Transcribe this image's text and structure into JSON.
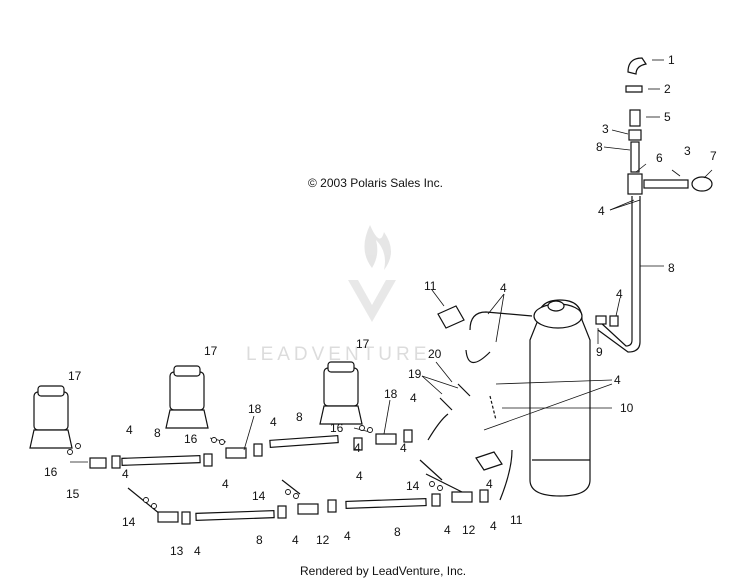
{
  "copyright": "© 2003 Polaris Sales Inc.",
  "rendered_by": "Rendered by LeadVenture, Inc.",
  "watermark": "LEADVENTURE",
  "callouts": [
    {
      "id": "c1",
      "text": "1"
    },
    {
      "id": "c2",
      "text": "2"
    },
    {
      "id": "c5",
      "text": "5"
    },
    {
      "id": "c3a",
      "text": "3"
    },
    {
      "id": "c8a",
      "text": "8"
    },
    {
      "id": "c6",
      "text": "6"
    },
    {
      "id": "c3b",
      "text": "3"
    },
    {
      "id": "c7",
      "text": "7"
    },
    {
      "id": "c4a",
      "text": "4"
    },
    {
      "id": "c8b",
      "text": "8"
    },
    {
      "id": "c4b",
      "text": "4"
    },
    {
      "id": "c11a",
      "text": "11"
    },
    {
      "id": "c4c",
      "text": "4"
    },
    {
      "id": "c9",
      "text": "9"
    },
    {
      "id": "c17a",
      "text": "17"
    },
    {
      "id": "c17b",
      "text": "17"
    },
    {
      "id": "c17c",
      "text": "17"
    },
    {
      "id": "c20",
      "text": "20"
    },
    {
      "id": "c19",
      "text": "19"
    },
    {
      "id": "c4d",
      "text": "4"
    },
    {
      "id": "c10",
      "text": "10"
    },
    {
      "id": "c18a",
      "text": "18"
    },
    {
      "id": "c18b",
      "text": "18"
    },
    {
      "id": "c4e",
      "text": "4"
    },
    {
      "id": "c8c",
      "text": "8"
    },
    {
      "id": "c4f",
      "text": "4"
    },
    {
      "id": "c8d",
      "text": "8"
    },
    {
      "id": "c16a",
      "text": "16"
    },
    {
      "id": "c16b",
      "text": "16"
    },
    {
      "id": "c4g",
      "text": "4"
    },
    {
      "id": "c4h",
      "text": "4"
    },
    {
      "id": "c16c",
      "text": "16"
    },
    {
      "id": "c15",
      "text": "15"
    },
    {
      "id": "c4i",
      "text": "4"
    },
    {
      "id": "c4j",
      "text": "4"
    },
    {
      "id": "c4k",
      "text": "4"
    },
    {
      "id": "c14a",
      "text": "14"
    },
    {
      "id": "c14b",
      "text": "14"
    },
    {
      "id": "c14c",
      "text": "14"
    },
    {
      "id": "c4l",
      "text": "4"
    },
    {
      "id": "c4m",
      "text": "4"
    },
    {
      "id": "c11b",
      "text": "11"
    },
    {
      "id": "c13",
      "text": "13"
    },
    {
      "id": "c4n",
      "text": "4"
    },
    {
      "id": "c8e",
      "text": "8"
    },
    {
      "id": "c4o",
      "text": "4"
    },
    {
      "id": "c12a",
      "text": "12"
    },
    {
      "id": "c4p",
      "text": "4"
    },
    {
      "id": "c8f",
      "text": "8"
    },
    {
      "id": "c4q",
      "text": "4"
    },
    {
      "id": "c12b",
      "text": "12"
    },
    {
      "id": "c4r",
      "text": "4"
    }
  ]
}
